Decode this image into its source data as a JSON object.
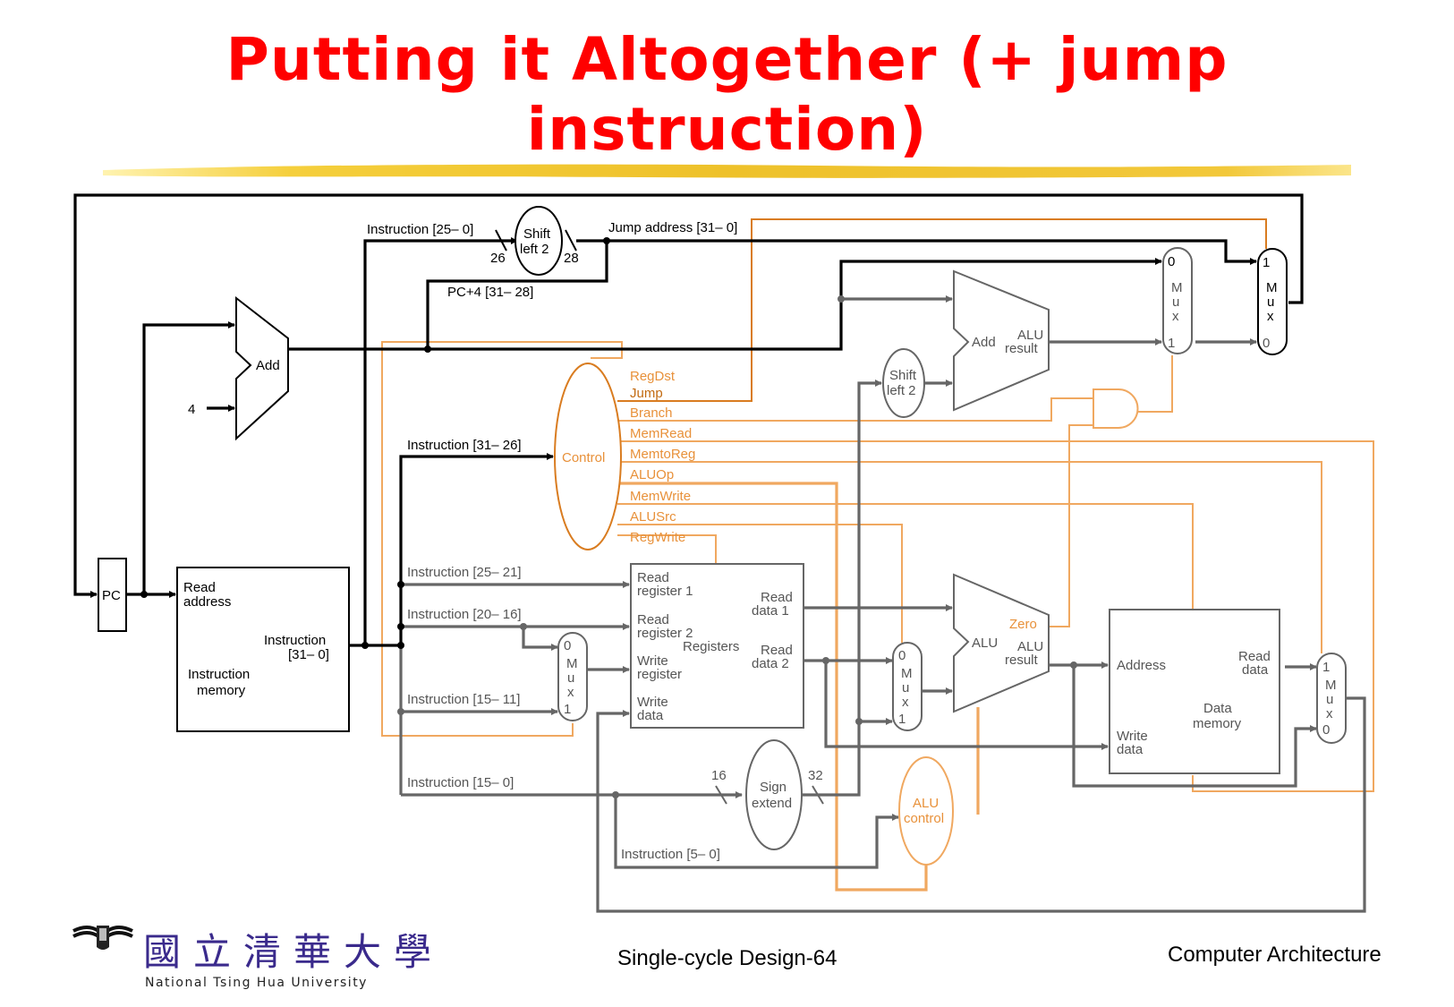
{
  "slide": {
    "title_line1": "Putting it Altogether (+ jump",
    "title_line2": "instruction)",
    "footer_center": "Single-cycle Design-64",
    "footer_right": "Computer Architecture",
    "logo_chinese": "國立清華大學",
    "logo_english": "National Tsing Hua University",
    "title_color": "#ff0000"
  },
  "colors": {
    "datapath": "#000000",
    "datapath_gray": "#666666",
    "control": "#f0a860",
    "control_unit": "#d97c20"
  },
  "diagram": {
    "pc": "PC",
    "add_pc": "Add",
    "four": "4",
    "imem": {
      "read_address_1": "Read",
      "read_address_2": "address",
      "instruction_1": "Instruction",
      "instruction_2": "[31– 0]",
      "name_1": "Instruction",
      "name_2": "memory"
    },
    "jump": {
      "instr_label": "Instruction [25– 0]",
      "shift_1": "Shift",
      "shift_2": "left 2",
      "bits_in": "26",
      "bits_out": "28",
      "jump_address": "Jump address [31– 0]",
      "pc4_label": "PC+4 [31– 28]"
    },
    "control": {
      "name": "Control",
      "input_label": "Instruction [31– 26]",
      "signals": [
        "RegDst",
        "Jump",
        "Branch",
        "MemRead",
        "MemtoReg",
        "ALUOp",
        "MemWrite",
        "ALUSrc",
        "RegWrite"
      ]
    },
    "fields": {
      "rs": "Instruction [25– 21]",
      "rt": "Instruction [20– 16]",
      "rd": "Instruction [15– 11]",
      "imm": "Instruction [15– 0]",
      "funct": "Instruction [5– 0]"
    },
    "registers": {
      "read_reg1_1": "Read",
      "read_reg1_2": "register 1",
      "read_reg2_1": "Read",
      "read_reg2_2": "register 2",
      "write_reg_1": "Write",
      "write_reg_2": "register",
      "write_data_1": "Write",
      "write_data_2": "data",
      "name": "Registers",
      "read_data1_1": "Read",
      "read_data1_2": "data 1",
      "read_data2_1": "Read",
      "read_data2_2": "data 2"
    },
    "sign_extend": {
      "line1": "Sign",
      "line2": "extend",
      "bits_in": "16",
      "bits_out": "32"
    },
    "branch_shift": {
      "line1": "Shift",
      "line2": "left 2"
    },
    "branch_add": {
      "name": "Add",
      "result_1": "ALU",
      "result_2": "result"
    },
    "alu": {
      "name": "ALU",
      "zero": "Zero",
      "result_1": "ALU",
      "result_2": "result"
    },
    "alu_control": {
      "line1": "ALU",
      "line2": "control"
    },
    "dmem": {
      "address": "Address",
      "read_data_1": "Read",
      "read_data_2": "data",
      "write_data_1": "Write",
      "write_data_2": "data",
      "name_1": "Data",
      "name_2": "memory"
    },
    "mux": {
      "m": "M",
      "u": "u",
      "x": "x",
      "zero": "0",
      "one": "1"
    }
  }
}
